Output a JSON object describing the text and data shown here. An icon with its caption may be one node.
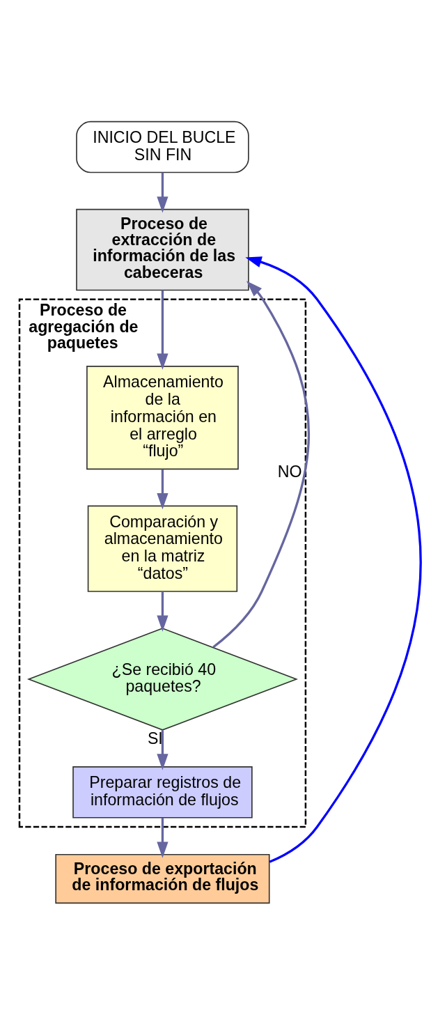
{
  "diagram": {
    "nodes": [
      {
        "text": [
          "INICIO DEL BUCLE SIN FIN"
        ]
      },
      {
        "text": [
          "Proceso de extracción de información de las cabeceras"
        ]
      },
      {
        "text": [
          "Proceso de agregación de paquetes"
        ]
      },
      {
        "text": [
          "Almacenamiento de la información en el arreglo “flujo”"
        ],
        "in": 2
      },
      {
        "text": [
          "Comparación y almacenamiento en la matriz “datos”"
        ],
        "in": 2
      },
      {
        "text": [
          "¿Se recibió 40 paquetes?"
        ],
        "in": 2
      },
      {
        "text": [
          "Preparar registros de información de flujos"
        ],
        "in": 2
      },
      {
        "text": [
          "Proceso de exportación de información de flujos"
        ]
      }
    ],
    "edges": [
      {
        "from": 0,
        "to": 1,
        "arrow": "to"
      },
      {
        "from": 1,
        "to": 3,
        "arrow": "to"
      },
      {
        "from": 3,
        "to": 4,
        "arrow": "to"
      },
      {
        "from": 4,
        "to": 5,
        "arrow": "to"
      },
      {
        "from": 5,
        "to": 1,
        "arrow": "to",
        "label": "NO"
      },
      {
        "from": 5,
        "to": 6,
        "arrow": "to",
        "label": "SI"
      },
      {
        "from": 6,
        "to": 7,
        "arrow": "to"
      },
      {
        "from": 7,
        "to": 1,
        "arrow": "to",
        "color": "#0000ff"
      }
    ]
  }
}
